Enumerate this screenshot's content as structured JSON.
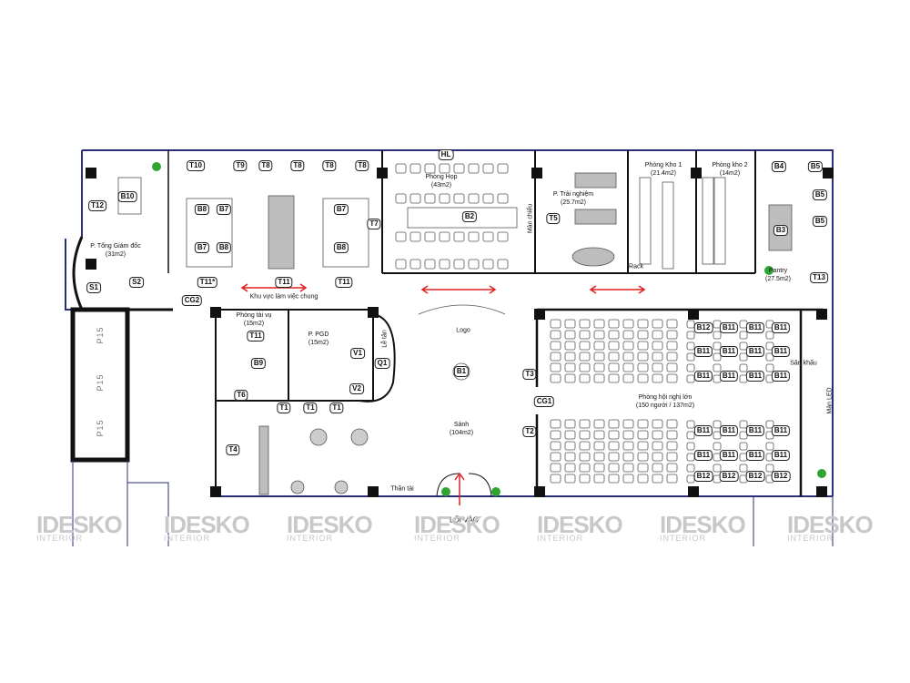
{
  "rooms": [
    {
      "name": "P. Tổng Giám đốc",
      "area": "(31m2)"
    },
    {
      "name": "Khu vực làm việc chung",
      "area": ""
    },
    {
      "name": "Phòng Họp",
      "area": "(43m2)"
    },
    {
      "name": "P. Trải nghiệm",
      "area": "(25.7m2)"
    },
    {
      "name": "Phòng Kho 1",
      "area": "(21.4m2)"
    },
    {
      "name": "Phòng kho 2",
      "area": "(14m2)"
    },
    {
      "name": "Pantry",
      "area": "(27.5m2)"
    },
    {
      "name": "Phòng tài vụ",
      "area": "(15m2)"
    },
    {
      "name": "P. PGD",
      "area": "(15m2)"
    },
    {
      "name": "Sảnh",
      "area": "(104m2)"
    },
    {
      "name": "Phòng hội nghị lớn",
      "area": "(150 người / 137m2)"
    },
    {
      "name": "Logo",
      "area": ""
    },
    {
      "name": "Rack",
      "area": ""
    },
    {
      "name": "Thần tài",
      "area": ""
    },
    {
      "name": "Sân khấu",
      "area": ""
    }
  ],
  "vertical_labels": [
    "Màn chiếu",
    "Lễ tân",
    "Màn LED"
  ],
  "entrance": "LỐI VÀO",
  "lifts": [
    "P15",
    "P15",
    "P15"
  ],
  "tags": [
    "T10",
    "T9",
    "T8",
    "T8",
    "T8",
    "T8",
    "T12",
    "B10",
    "B8",
    "B7",
    "B7",
    "B8",
    "B7",
    "B8",
    "T7",
    "T11*",
    "T11",
    "T11",
    "S1",
    "S2",
    "CG2",
    "HL",
    "B2",
    "T5",
    "B4",
    "B5",
    "B5",
    "B5",
    "B3",
    "T13",
    "T11",
    "B9",
    "T6",
    "V1",
    "V2",
    "Q1",
    "B1",
    "T1",
    "T1",
    "T1",
    "T4",
    "T3",
    "CG1",
    "T2"
  ],
  "conference_tags": [
    [
      "B12",
      "B11",
      "B11",
      "B11"
    ],
    [
      "B11",
      "B11",
      "B11",
      "B11"
    ],
    [
      "B11",
      "B11",
      "B11",
      "B11"
    ],
    [
      "B11",
      "B11",
      "B11",
      "B11"
    ],
    [
      "B11",
      "B11",
      "B11",
      "B11"
    ],
    [
      "B12",
      "B12",
      "B12",
      "B12"
    ]
  ],
  "watermark": {
    "brand": "IDESKO",
    "sub": "INTERIOR"
  },
  "colors": {
    "wall": "#111111",
    "outline": "#2b2f7a",
    "arrow": "#e02020",
    "plant": "#2fa52f",
    "furniture": "#bdbdbd"
  }
}
